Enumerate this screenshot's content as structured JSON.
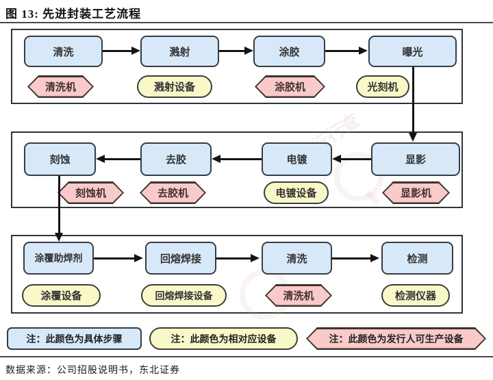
{
  "title": "图 13: 先进封装工艺流程",
  "source": "数据来源：公司招股说明书，东北证券",
  "watermark": {
    "text": "行行查"
  },
  "colors": {
    "step_fill": "#d7e8f8",
    "equipment_fill": "#f8f8c9",
    "issuer_equipment_fill": "#f9caca",
    "border": "#353c45",
    "arrow": "#141414"
  },
  "rows": [
    {
      "direction": "right",
      "steps": [
        {
          "label": "清洗"
        },
        {
          "label": "溅射"
        },
        {
          "label": "涂胶"
        },
        {
          "label": "曝光"
        }
      ],
      "equipment": [
        {
          "label": "清洗机",
          "type": "issuer-hexagon"
        },
        {
          "label": "溅射设备",
          "type": "pill"
        },
        {
          "label": "涂胶机",
          "type": "issuer-hexagon"
        },
        {
          "label": "光刻机",
          "type": "pill"
        }
      ]
    },
    {
      "direction": "left",
      "steps": [
        {
          "label": "刻蚀"
        },
        {
          "label": "去胶"
        },
        {
          "label": "电镀"
        },
        {
          "label": "显影"
        }
      ],
      "equipment": [
        {
          "label": "刻蚀机",
          "type": "issuer-hexagon"
        },
        {
          "label": "去胶机",
          "type": "issuer-hexagon"
        },
        {
          "label": "电镀设备",
          "type": "pill"
        },
        {
          "label": "显影机",
          "type": "issuer-hexagon"
        }
      ]
    },
    {
      "direction": "right",
      "steps": [
        {
          "label": "涂覆助焊剂"
        },
        {
          "label": "回熔焊接"
        },
        {
          "label": "清洗"
        },
        {
          "label": "检测"
        }
      ],
      "equipment": [
        {
          "label": "涂覆设备",
          "type": "pill"
        },
        {
          "label": "回熔焊接设备",
          "type": "pill"
        },
        {
          "label": "清洗机",
          "type": "issuer-hexagon"
        },
        {
          "label": "检测仪器",
          "type": "pill"
        }
      ]
    }
  ],
  "legend": {
    "items": [
      {
        "label": "注：此颜色为具体步骤",
        "type": "step"
      },
      {
        "label": "注：此颜色为相对应设备",
        "type": "equipment"
      },
      {
        "label": "注：此颜色为发行人可生产设备",
        "type": "issuer-equipment"
      }
    ]
  }
}
